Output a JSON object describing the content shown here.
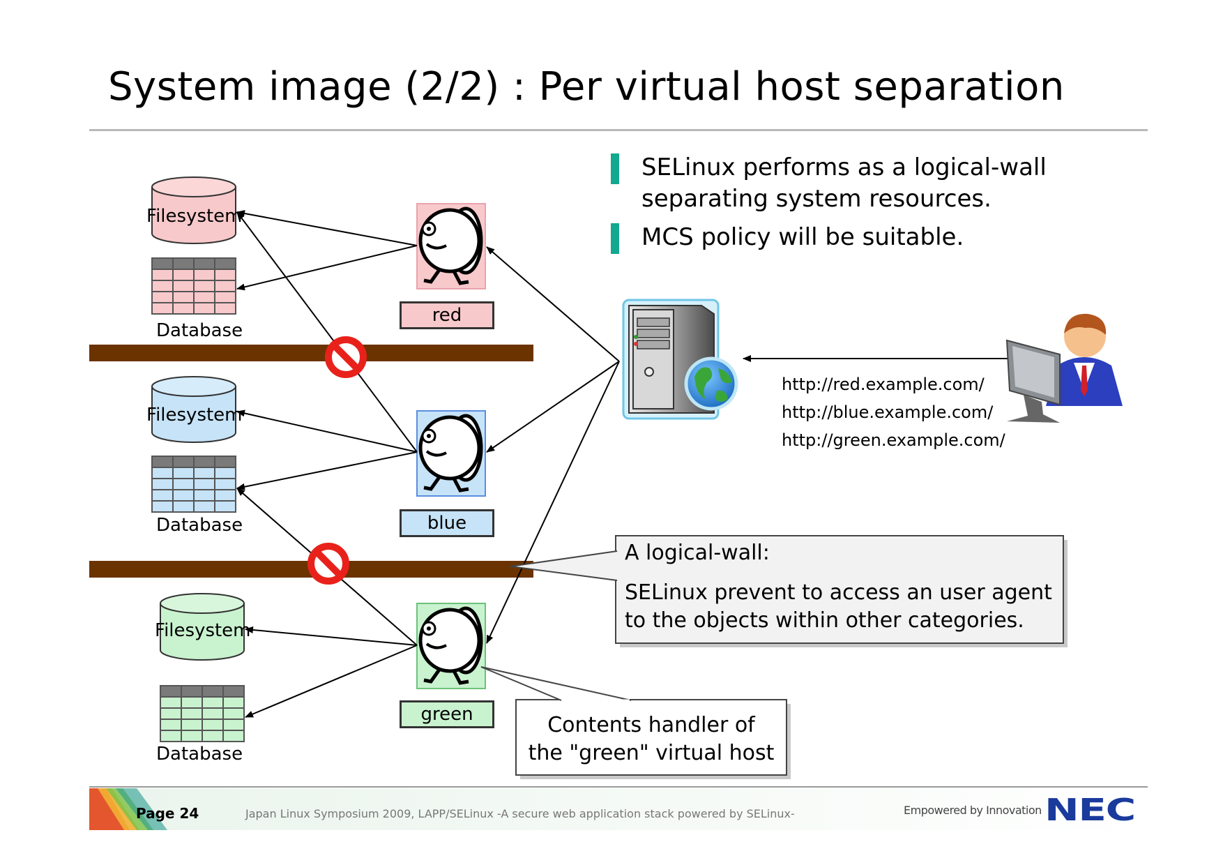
{
  "title": "System image (2/2) : Per virtual host separation",
  "bullets": [
    {
      "line1": "SELinux performs as a logical-wall",
      "line2": "separating system resources."
    },
    {
      "line1": "MCS policy will be suitable.",
      "line2": ""
    }
  ],
  "hosts": [
    {
      "name": "red",
      "color": "#f8c9cb"
    },
    {
      "name": "blue",
      "color": "#c6e3f7"
    },
    {
      "name": "green",
      "color": "#c9f2cf"
    }
  ],
  "storage": {
    "filesystem_label": "Filesystem",
    "database_label": "Database"
  },
  "urls": [
    "http://red.example.com/",
    "http://blue.example.com/",
    "http://green.example.com/"
  ],
  "callout_wall": {
    "heading": "A logical-wall:",
    "line1": "SELinux prevent to access an user agent",
    "line2": "to the objects within other categories."
  },
  "callout_handler": {
    "line1": "Contents handler of",
    "line2": "the \"green\" virtual host"
  },
  "footer": {
    "page": "Page 24",
    "text": "Japan Linux Symposium 2009, LAPP/SELinux -A secure web application stack powered by SELinux-",
    "tagline": "Empowered by Innovation",
    "logo": "NEC"
  },
  "colors": {
    "accent_bar": "#13a88f",
    "wall": "#6b3300",
    "deny": "#e8221b",
    "logo": "#1a3a9c"
  },
  "icons": [
    "no-entry-icon",
    "web-server-icon",
    "globe-icon",
    "user-at-computer-icon",
    "character-icon"
  ]
}
